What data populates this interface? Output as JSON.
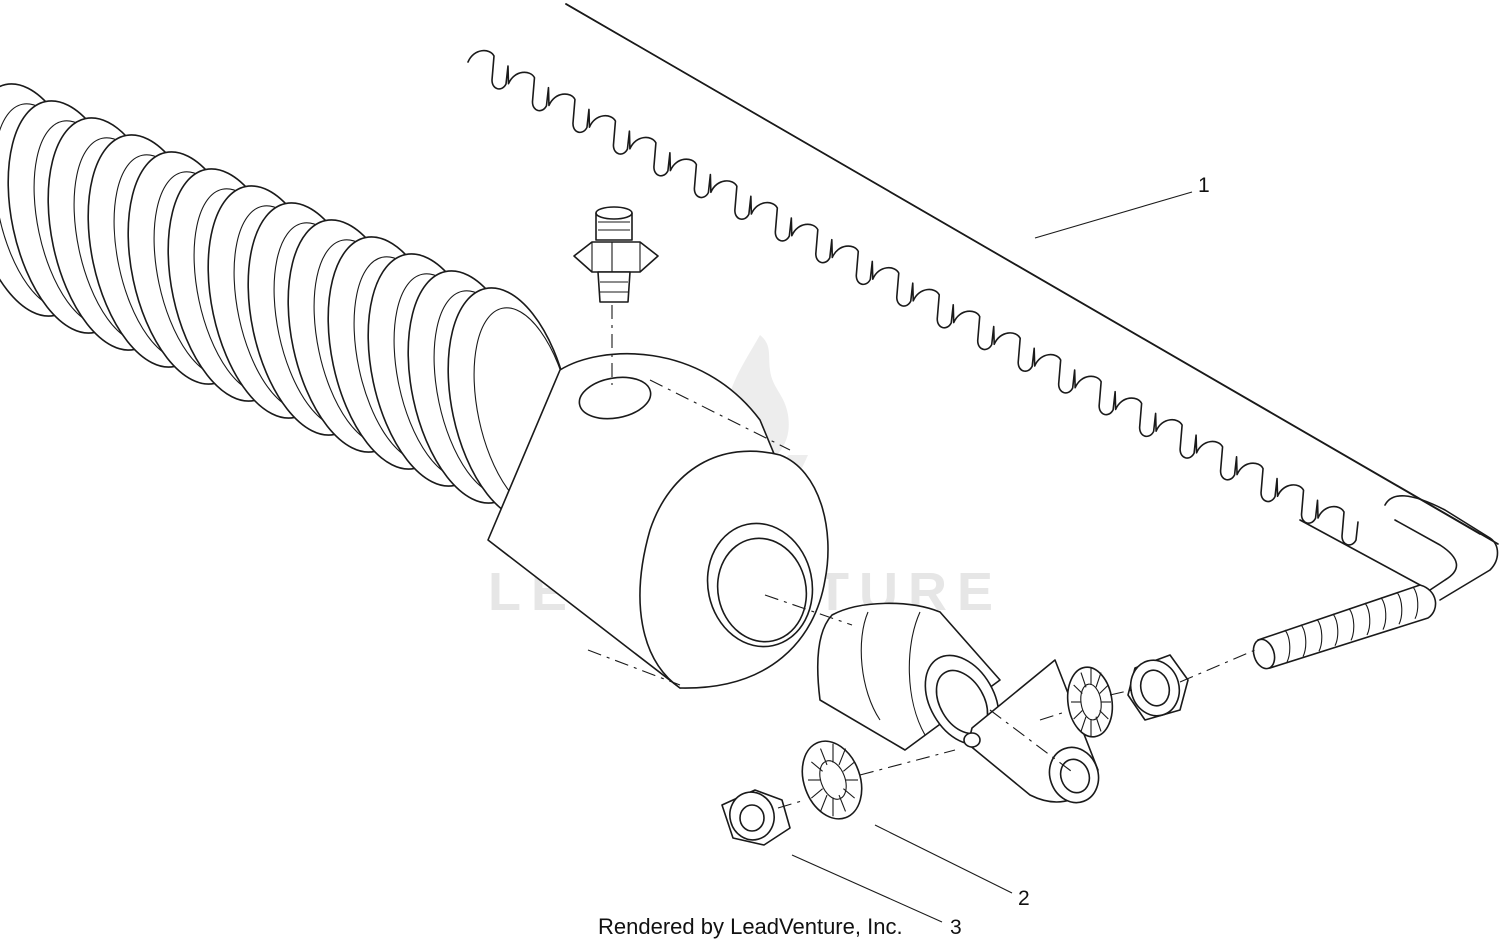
{
  "diagram": {
    "callouts": [
      {
        "label": "1"
      },
      {
        "label": "2"
      },
      {
        "label": "3"
      }
    ],
    "footer_text": "Rendered by LeadVenture, Inc.",
    "watermark_text": "LEADVENTURE",
    "colors": {
      "line": "#1a1a1a",
      "background": "#ffffff",
      "watermark": "#e6e6e6"
    }
  }
}
